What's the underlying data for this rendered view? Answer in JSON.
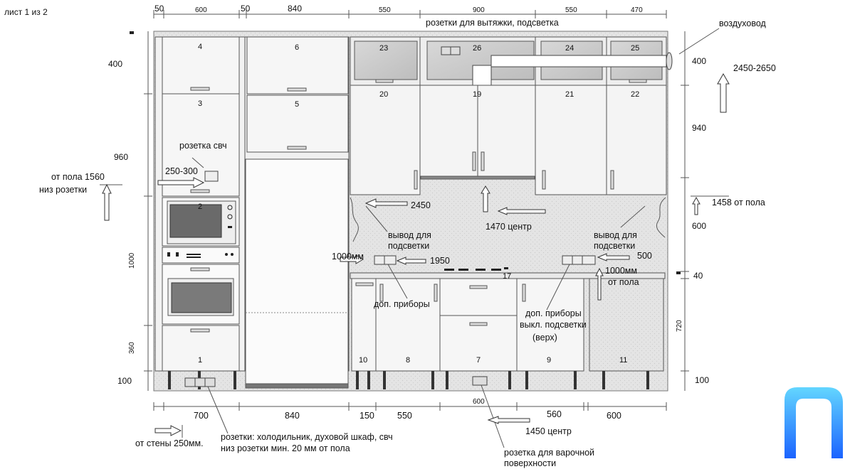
{
  "sheet": {
    "page_label": "лист 1 из 2"
  },
  "top_dimensions": [
    "50",
    "600",
    "50",
    "840",
    "550",
    "900",
    "550",
    "470"
  ],
  "bottom_dimensions": {
    "d700": "700",
    "d840": "840",
    "d150": "150",
    "d550": "550",
    "d600_small": "600",
    "d560": "560",
    "d600": "600"
  },
  "left_dimensions": {
    "d400": "400",
    "d960": "960",
    "d1000": "1000",
    "d360": "360",
    "d100": "100"
  },
  "right_dimensions": {
    "d400": "400",
    "d940": "940",
    "d600": "600",
    "d40": "40",
    "d720": "720",
    "d100": "100",
    "ceiling": "2450-2650"
  },
  "cabinet_numbers": {
    "c1": "1",
    "c2": "2",
    "c3": "3",
    "c4": "4",
    "c5": "5",
    "c6": "6",
    "c7": "7",
    "c8": "8",
    "c9": "9",
    "c10": "10",
    "c11": "11",
    "c17": "17",
    "c19": "19",
    "c20": "20",
    "c21": "21",
    "c22": "22",
    "c23": "23",
    "c24": "24",
    "c25": "25",
    "c26": "26"
  },
  "annotations": {
    "hood_outlets": "розетки для вытяжки, подсветка",
    "air_duct": "воздуховод",
    "microwave_outlet": "розетка свч",
    "microwave_offset": "250-300",
    "from_floor_1560": "от пола 1560",
    "outlet_bottom": "низ розетки",
    "h2450": "2450",
    "center_1470": "1470 центр",
    "from_floor_1458": "1458 от пола",
    "light_out_left_1": "вывод для",
    "light_out_left_2": "подсветки",
    "light_out_right_1": "вывод для",
    "light_out_right_2": "подсветки",
    "h1000_left": "1000мм",
    "h1950": "1950",
    "h500": "500",
    "h1000_right_1": "1000мм",
    "h1000_right_2": "от пола",
    "extra_appliances_left": "доп. приборы",
    "extra_right_1": "доп. приборы",
    "extra_right_2": "выкл. подсветки",
    "extra_right_3": "(верх)",
    "outlets_bottom_1": "розетки: холодильник, духовой шкаф, свч",
    "outlets_bottom_2": "низ розетки мин. 20 мм от пола",
    "from_wall": "от стены 250мм.",
    "center_1450": "1450 центр",
    "hob_outlet_1": "розетка для варочной",
    "hob_outlet_2": "поверхности"
  },
  "icons": [
    "arrow-up-icon",
    "arrow-right-icon",
    "arrow-left-icon",
    "logo-icon"
  ],
  "colors": {
    "line": "#444444",
    "panel": "#f4f4f4",
    "wall": "#e6e6e6",
    "logo_top": "#5fd0ff",
    "logo_bottom": "#1e6fff"
  }
}
